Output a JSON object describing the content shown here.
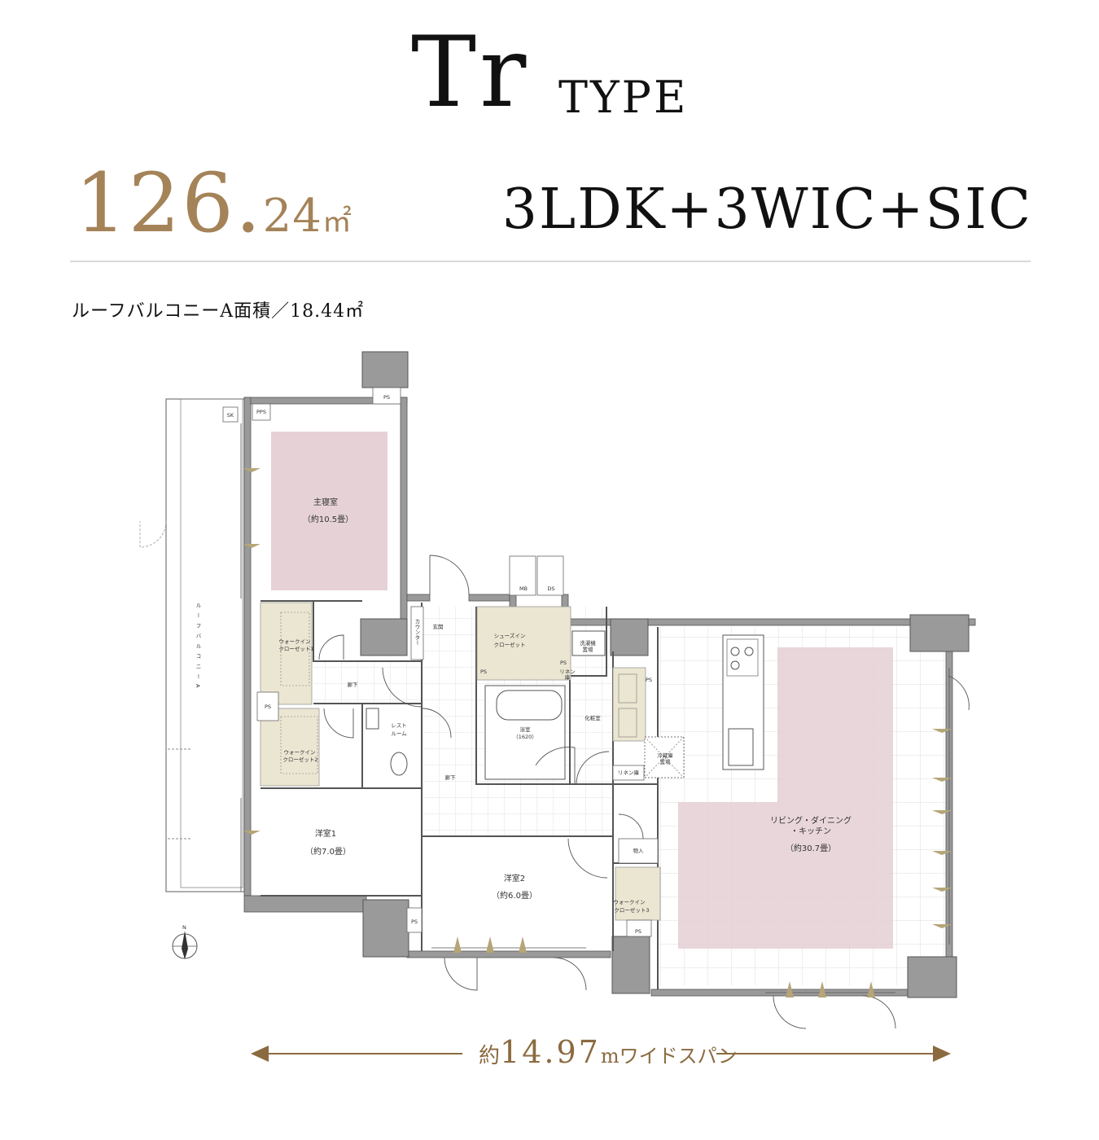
{
  "header": {
    "type_main": "Tr",
    "type_sub": "TYPE",
    "area_int": "126.",
    "area_dec": "24",
    "area_unit": "㎡",
    "layout_code": "3LDK+3WIC+SIC"
  },
  "roof_balcony": {
    "area_label": "ルーフバルコニーA面積／18.44㎡"
  },
  "rooms": {
    "master_bed": "主寝室",
    "master_bed_size": "（約10.5畳）",
    "wic1_a": "ウォークイン",
    "wic1_b": "クローゼット1",
    "wic2_a": "ウォークイン",
    "wic2_b": "クローゼット2",
    "wic3_a": "ウォークイン",
    "wic3_b": "クローゼット3",
    "corridor_a": "廊下",
    "corridor_b": "廊下",
    "restroom_a": "レスト",
    "restroom_b": "ルーム",
    "entrance": "玄関",
    "counter": "カウンター",
    "shoes_a": "シューズイン",
    "shoes_b": "クローゼット",
    "washer_a": "洗濯機",
    "washer_b": "置場",
    "linen": "リネン庫",
    "linen2_a": "リネン",
    "linen2_b": "庫",
    "bath": "浴室",
    "bath_size": "（1620）",
    "powder": "化粧室",
    "fridge_a": "冷蔵庫",
    "fridge_b": "置場",
    "storage": "物入",
    "western1": "洋室1",
    "western1_size": "（約7.0畳）",
    "western2": "洋室2",
    "western2_size": "（約6.0畳）",
    "ldk_a": "リビング・ダイニング",
    "ldk_b": "・キッチン",
    "ldk_size": "（約30.7畳）",
    "roof_balcony_vertical": "ルーフバルコニーA",
    "ps": "PS",
    "pps": "PPS",
    "sk": "SK",
    "mb": "MB",
    "ds": "DS",
    "north": "N"
  },
  "span": {
    "prefix": "約",
    "value": "14.97",
    "suffix": "mワイドスパン"
  },
  "colors": {
    "accent_gold": "#a58358",
    "bedroom_pink": "#e6d2d6",
    "closet_beige": "#ebe6d2",
    "wall_gray": "#9a9a9a"
  }
}
